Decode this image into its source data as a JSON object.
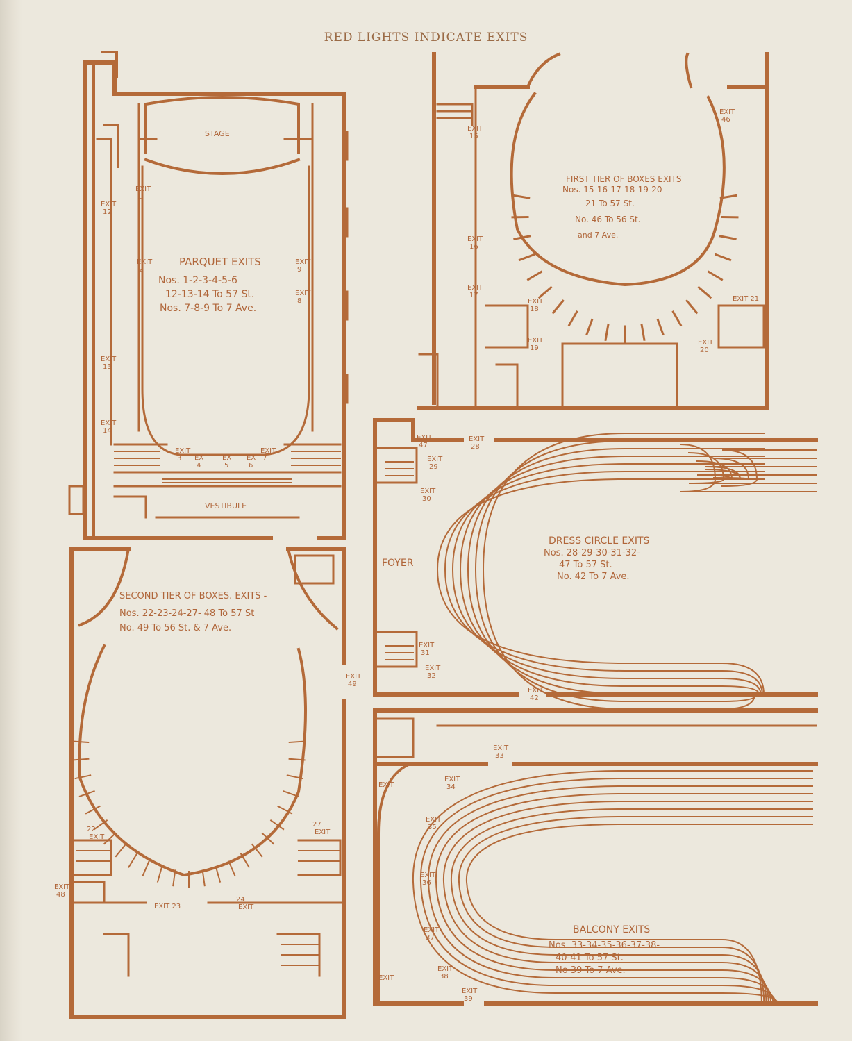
{
  "header": {
    "title": "RED LIGHTS INDICATE EXITS"
  },
  "colors": {
    "ink": "#b46a39",
    "paper": "#ece8dd"
  },
  "parquet": {
    "stage": "STAGE",
    "vestibule": "VESTIBULE",
    "title": "PARQUET EXITS",
    "line1": "Nos. 1-2-3-4-5-6",
    "line2": "12-13-14 To 57 St.",
    "line3": "Nos. 7-8-9 To 7 Ave.",
    "exits": {
      "e1": "EXIT\n1",
      "e2": "EXIT\n2",
      "e12": "EXIT\n12",
      "e13": "EXIT\n13",
      "e14": "EXIT\n14",
      "e9": "EXIT\n9",
      "e8": "EXIT\n8",
      "e3": "EXIT\n3",
      "e4": "EX\n4",
      "e5": "EX\n5",
      "e6": "EX\n6",
      "e7": "EXIT\n7"
    }
  },
  "first_tier": {
    "title": "FIRST TIER OF BOXES EXITS",
    "line1": "Nos. 15-16-17-18-19-20-",
    "line2": "21 To 57 St.",
    "line3": "No. 46 To 56 St.",
    "line4": "and 7 Ave.",
    "exits": {
      "e15": "EXIT\n15",
      "e16": "EXIT\n16",
      "e17": "EXIT\n17",
      "e18": "EXIT\n18",
      "e19": "EXIT\n19",
      "e20": "EXIT\n20",
      "e21": "EXIT 21",
      "e46": "EXIT\n46"
    }
  },
  "dress_circle": {
    "foyer": "FOYER",
    "title": "DRESS CIRCLE EXITS",
    "line1": "Nos. 28-29-30-31-32-",
    "line2": "47 To 57 St.",
    "line3": "No. 42 To 7 Ave.",
    "exits": {
      "e47": "EXIT\n47",
      "e28": "EXIT\n28",
      "e29": "EXIT\n29",
      "e30": "EXIT\n30",
      "e31": "EXIT\n31",
      "e32": "EXIT\n32",
      "e42": "EXIT\n42"
    }
  },
  "second_tier": {
    "title": "SECOND TIER OF BOXES. EXITS -",
    "line1": "Nos. 22-23-24-27- 48 To 57 St",
    "line2": "No. 49 To 56 St. & 7 Ave.",
    "exits": {
      "e49": "EXIT\n49",
      "e22": "22\nEXIT",
      "e27": "27\nEXIT",
      "e48": "EXIT\n48",
      "e23": "EXIT 23",
      "e24": "24\nEXIT"
    }
  },
  "balcony": {
    "title": "BALCONY EXITS",
    "line1": "Nos. 33-34-35-36-37-38-",
    "line2": "40-41 To 57 St.",
    "line3": "No 39 To 7 Ave.",
    "exits": {
      "e33": "EXIT\n33",
      "e34": "EXIT\n34",
      "e35": "EXIT\n35",
      "e36": "EXIT\n36",
      "e37": "EXIT\n37",
      "e38": "EXIT\n38",
      "e39": "EXIT\n39",
      "eL1": "EXIT",
      "eL2": "EXIT"
    }
  }
}
